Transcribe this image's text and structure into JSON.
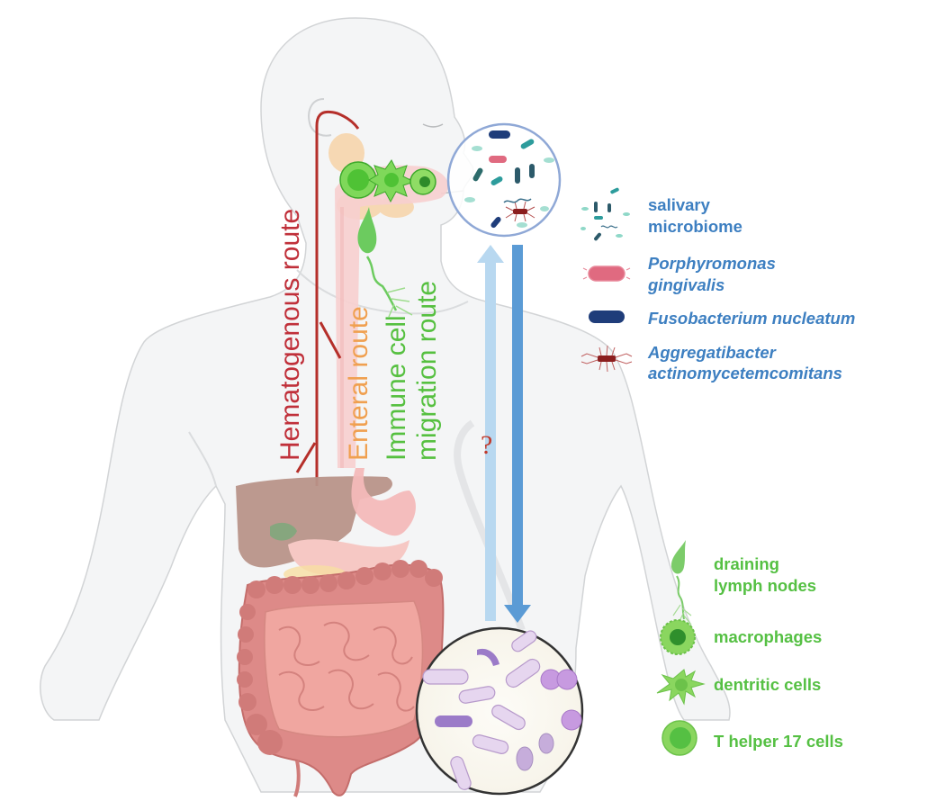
{
  "routes": {
    "hematogenous": "Hematogenous route",
    "enteral": "Enteral route",
    "immune_line1": "Immune cell",
    "immune_line2": "migration route"
  },
  "colors": {
    "hematogenous": "#c0303a",
    "enteral": "#f0a050",
    "immune": "#56c040",
    "legend_blue": "#3d7fc1",
    "legend_green": "#55c043",
    "arrow_up": "#b8d8f0",
    "arrow_down": "#5b9bd5"
  },
  "arrows": {
    "uncertain_marker": "?"
  },
  "legend_microbes": [
    {
      "icon": "salivary-microbiome-icon",
      "line1": "salivary",
      "line2": "microbiome",
      "italic": false
    },
    {
      "icon": "porphyromonas-icon",
      "line1": "Porphyromonas",
      "line2": "gingivalis",
      "italic": true
    },
    {
      "icon": "fusobacterium-icon",
      "line1": "Fusobacterium nucleatum",
      "line2": "",
      "italic": true
    },
    {
      "icon": "aggregatibacter-icon",
      "line1": "Aggregatibacter",
      "line2": "actinomycetemcomitans",
      "italic": true
    }
  ],
  "legend_cells": [
    {
      "icon": "lymph-node-icon",
      "line1": "draining",
      "line2": "lymph nodes"
    },
    {
      "icon": "macrophage-icon",
      "line1": "macrophages",
      "line2": ""
    },
    {
      "icon": "dendritic-cell-icon",
      "line1": "dentritic cells",
      "line2": ""
    },
    {
      "icon": "t-helper-cell-icon",
      "line1": "T helper 17 cells",
      "line2": ""
    }
  ]
}
